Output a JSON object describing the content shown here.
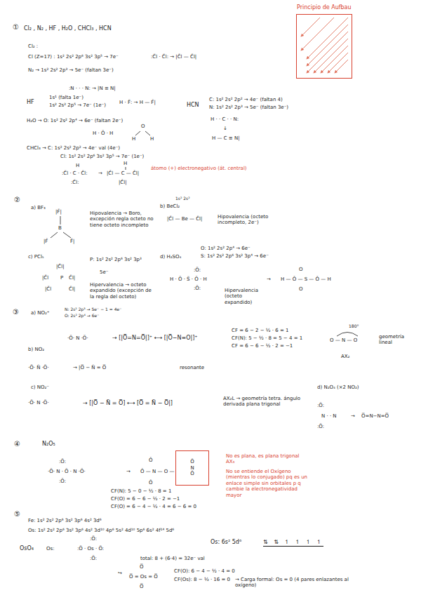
{
  "diagram": {
    "nodes": [
      {
        "text": [
          "Principio de Aufbau"
        ]
      },
      {
        "text": [
          "Ō",
          "N",
          "Ō"
        ]
      }
    ],
    "labels": [
      "①",
      "Cl₂ , N₂ , HF , H₂O , CHCl₃ , HCN",
      "Cl₂ :",
      "Cl (Z=17) : 1s² 2s² 2p⁶ 3s² 3p⁵ → 7e⁻",
      ":C̈l · C̈l: → |C̄l — C̄l|",
      "N₂ → 1s² 2s² 2p³ → 5e⁻ (faltan 3e⁻)",
      ":N · · · N: → |N ≡ N|",
      "HF",
      "1s¹ (falta 1e⁻)",
      "1s² 2s² 2p⁵ → 7e⁻ (1e⁻)",
      "H · F̈: → H — F̄|",
      "H₂O → O: 1s² 2s² 2p⁴ → 6e⁻ (faltan 2e⁻)",
      "H · Ö · H",
      "O",
      "H",
      "H",
      "CHCl₃ → C: 1s² 2s² 2p² → 4e⁻ val (4e⁻)",
      "Cl: 1s² 2s² 2p⁶ 3s² 3p⁵ → 7e⁻ (1e⁻)",
      "H",
      ":C̈l · C · C̈l:",
      ":C̈l:",
      "→",
      "H",
      "|C̄l — C — C̄l|",
      "|C̄l|",
      "átomo (+) electronegativo (át. central)",
      "HCN",
      "C: 1s² 2s² 2p² → 4e⁻ (faltan 4)",
      "N: 1s² 2s² 2p³ → 5e⁻ (faltan 3e⁻)",
      "H · · C · · N:",
      "↓",
      "H — C ≡ N|",
      "②",
      "a) BF₃",
      "|F̄|",
      "B",
      "|F̄",
      "F̄|",
      "Hipovalencia → Boro, excepción regla octeto no tiene octeto incompleto",
      "1s² 2s²",
      "b) BeCl₂",
      "|C̄l — Be — C̄l|",
      "Hipovalencia (octeto incompleto, 2e⁻)",
      "c) PCl₅",
      "|C̄l|",
      "|C̄l",
      "P",
      "C̄l|",
      "|C̄l",
      "C̄l|",
      "P: 1s² 2s² 2p⁶ 3s² 3p³",
      "5e⁻",
      "Hipervalencia → octeto expandido (excepción de la regla del octeto)",
      "d) H₂SO₄",
      "O: 1s² 2s² 2p⁴ → 6e⁻",
      "S: 1s² 2s² 2p⁶ 3s² 3p⁴ → 6e⁻",
      ":Ö:",
      "H · Ö · S̈ · Ö · H",
      ":Ö:",
      "Hipervalencia (octeto expandido)",
      "→",
      "O",
      "H — Ō — S — Ō — H",
      "O",
      "③",
      "a) NO₂⁺",
      "N: 2s² 2p³ → 5e⁻ − 1 = 4e⁻",
      "O: 2s² 2p⁴ → 6e⁻",
      "·Ö· N ·Ö·",
      "→ [|O̅=N=O̅|]⁺ ⟷ [|O̅−N≡O|]⁺",
      "CF = 6 − 2 − ½ · 6 = 1",
      "CF(N): 5 − ½ · 8 = 5 − 4 = 1",
      "CF = 6 − 6 − ½ · 2 = −1",
      "180°",
      "O — N — O",
      "geometría lineal",
      "AX₂",
      "b) NO₂",
      "·Ö· N̈ ·Ö·",
      "→ |O̅ − N̈ = O̅",
      "resonante",
      "c) NO₂⁻",
      "·Ö· N ·Ö·",
      "→ [|O̅ − N̈ = O̅] ⟷ [O̅ = N̈ − O̅|]",
      "AX₂L → geometría tetra. ángulo derivada plana trigonal",
      "d) N₂O₄ (×2 NO₂)",
      ":Ö:",
      "N · · N",
      ":Ö:",
      "→",
      "O̅=N−N=O̅",
      "④",
      "N₂O₅",
      ":Ö:",
      "·Ö· N · Ö · N ·Ö·",
      ":Ö:",
      "→",
      "Ō",
      "Ō — N — O —",
      "Ō",
      "No es plana, es plana trigonal AX₃",
      "No se entiende el Oxígeno (mientras lo conjugado) pq es un enlace simple sin orbitales p q cambie la electronegatividad mayor",
      "CF(N): 5 − 0 − ½ · 8 = 1",
      "CF(O) = 6 − 6 − ½ · 2 = −1",
      "CF(O) = 6 − 4 − ½ · 4 = 6 − 6 = 0",
      "⑤",
      "Fe: 1s² 2s² 2p⁶ 3s² 3p⁶ 4s² 3d⁶",
      "Os: 1s² 2s² 2p⁶ 3s² 3p⁶ 4s² 3d¹⁰ 4p⁶ 5s² 4d¹⁰ 5p⁶ 6s² 4f¹⁴ 5d⁶",
      "OsO₄",
      "Os:",
      ":Ö:",
      ":Ö · Os · Ö:",
      ":Ö:",
      "Os: 6s² 5d⁶",
      "⇅ ⇅ ↿ ↿ ↿ ↿",
      "total: 8 + (6·4) = 32e⁻ val",
      "↪",
      "O̅",
      "O̅ = Os = O̅",
      "O̅",
      "CF(O): 6 − 4 − ½ · 4 = 0",
      "CF(Os): 8 − ½ · 16 = 0",
      "→ Carga formal: Os = 0 (4 pares enlazantes al oxígeno)"
    ]
  }
}
